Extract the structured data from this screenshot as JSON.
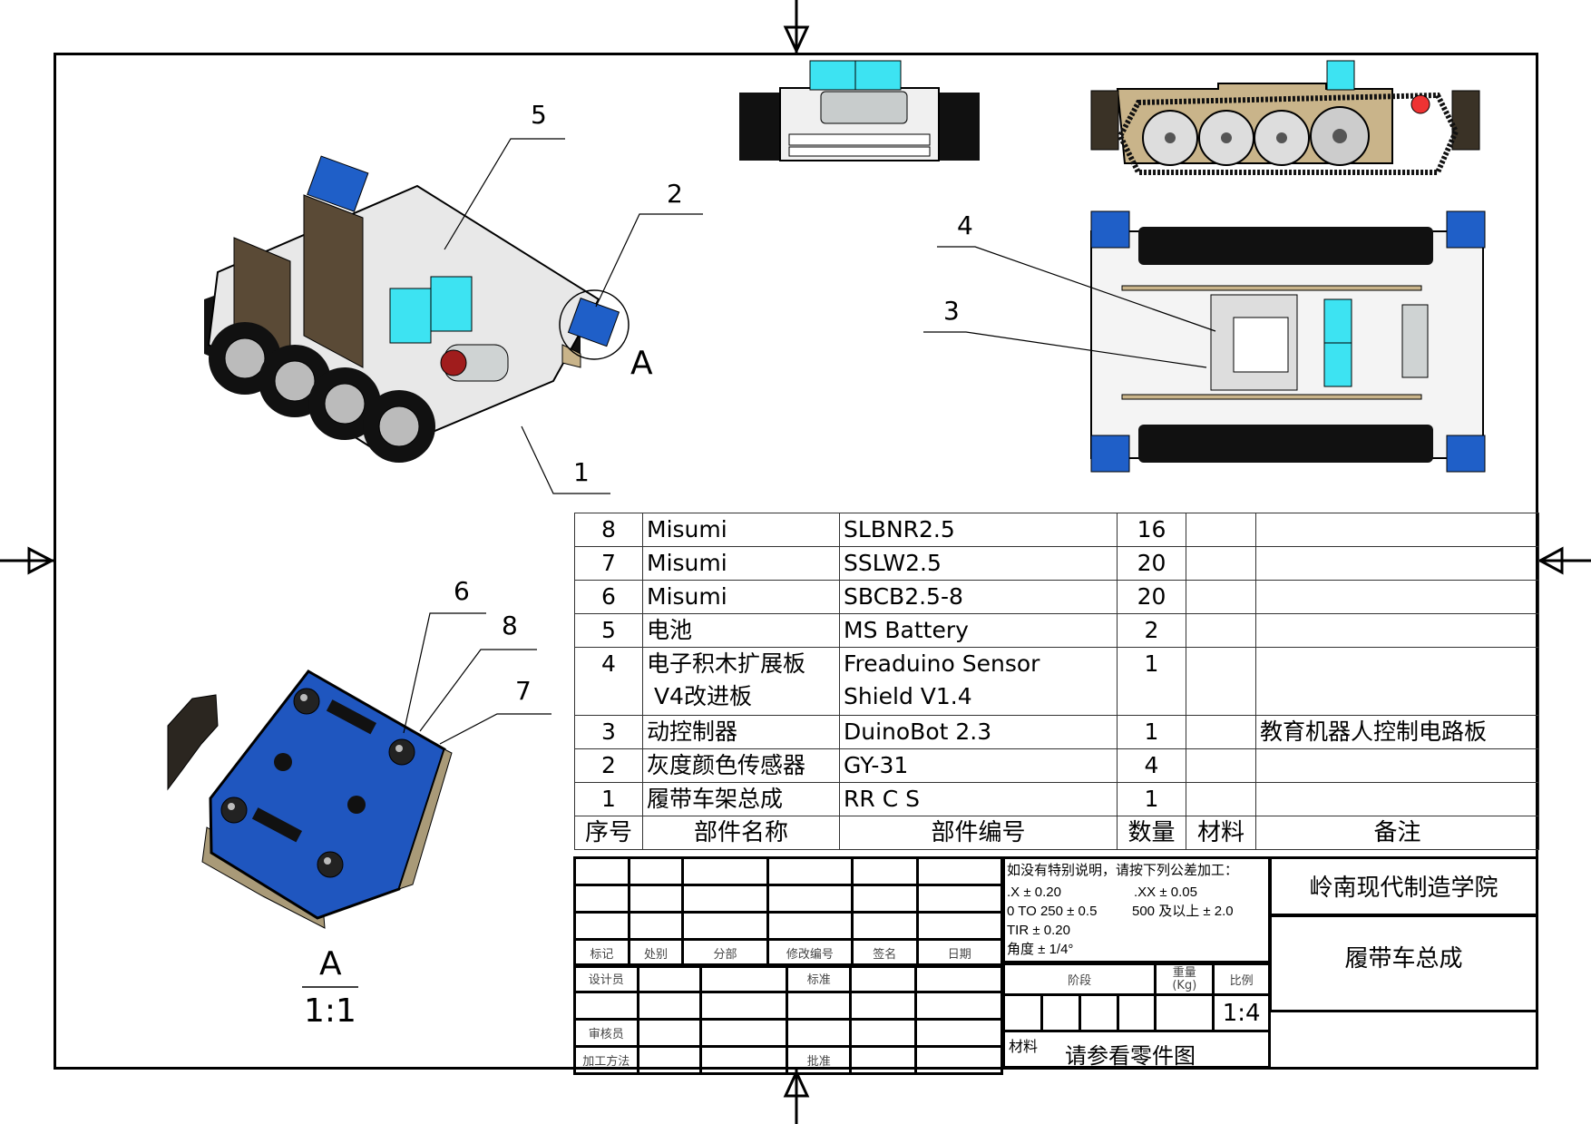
{
  "drawing": {
    "title": "履带车总成",
    "organization": "岭南现代制造学院",
    "scale": "1:4",
    "material_label": "材料",
    "material_value": "请参看零件图",
    "detail_view": {
      "letter": "A",
      "scale": "1:1"
    },
    "callout_letter": "A"
  },
  "balloons": [
    "1",
    "2",
    "3",
    "4",
    "5",
    "6",
    "7",
    "8"
  ],
  "bom": {
    "headers": {
      "no": "序号",
      "name": "部件名称",
      "part_no": "部件编号",
      "qty": "数量",
      "material": "材料",
      "remark": "备注"
    },
    "rows": [
      {
        "no": "8",
        "name": "Misumi",
        "name2": "",
        "part_no": "SLBNR2.5",
        "part_no2": "",
        "qty": "16",
        "material": "",
        "remark": ""
      },
      {
        "no": "7",
        "name": "Misumi",
        "name2": "",
        "part_no": "SSLW2.5",
        "part_no2": "",
        "qty": "20",
        "material": "",
        "remark": ""
      },
      {
        "no": "6",
        "name": "Misumi",
        "name2": "",
        "part_no": "SBCB2.5-8",
        "part_no2": "",
        "qty": "20",
        "material": "",
        "remark": ""
      },
      {
        "no": "5",
        "name": "电池",
        "name2": "",
        "part_no": "MS Battery",
        "part_no2": "",
        "qty": "2",
        "material": "",
        "remark": ""
      },
      {
        "no": "4",
        "name": "电子积木扩展板",
        "name2": " V4改进板",
        "part_no": "Freaduino Sensor",
        "part_no2": "Shield V1.4",
        "qty": "1",
        "material": "",
        "remark": ""
      },
      {
        "no": "3",
        "name": "动控制器",
        "name2": "",
        "part_no": "DuinoBot 2.3",
        "part_no2": "",
        "qty": "1",
        "material": "",
        "remark": "教育机器人控制电路板"
      },
      {
        "no": "2",
        "name": "灰度颜色传感器",
        "name2": "",
        "part_no": "GY-31",
        "part_no2": "",
        "qty": "4",
        "material": "",
        "remark": ""
      },
      {
        "no": "1",
        "name": "履带车架总成",
        "name2": "",
        "part_no": "RR C S",
        "part_no2": "",
        "qty": "1",
        "material": "",
        "remark": ""
      }
    ]
  },
  "title_block": {
    "revision_headers": [
      "标记",
      "处别",
      "分部",
      "修改编号",
      "签名",
      "日期"
    ],
    "designer": "设计员",
    "standard": "标准",
    "reviewer": "审核员",
    "process": "加工方法",
    "approve": "批准",
    "stage": "阶段",
    "weight": "重量",
    "weight_unit": "(Kg)",
    "scale_label": "比例",
    "tolerance_note": [
      "如没有特别说明，请按下列公差加工：",
      ".X ± 0.20",
      ".XX ± 0.05",
      "0 TO 250 ± 0.5",
      "500 及以上 ± 2.0",
      "TIR ± 0.20",
      "角度 ± 1/4°"
    ]
  },
  "colors": {
    "sensor_blue": "#1f5fc8",
    "battery_cyan": "#3de3f2",
    "chassis_tan": "#c9b48a",
    "plate_brown": "#5a4a36",
    "track_black": "#111111"
  }
}
